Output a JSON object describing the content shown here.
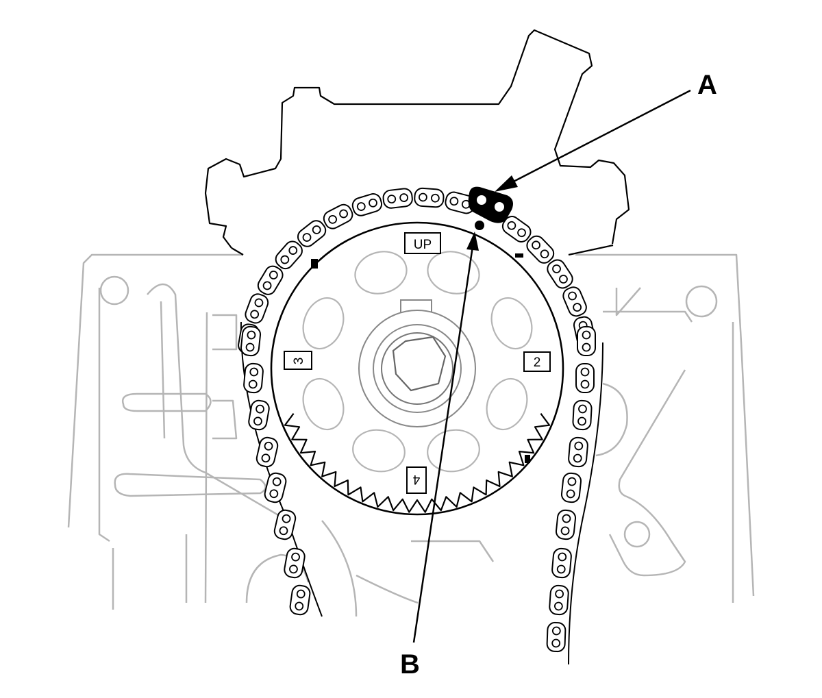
{
  "callouts": {
    "a": "A",
    "b": "B"
  },
  "sprocket_marks": {
    "top": "UP",
    "left": "3",
    "right": "2",
    "bottom": "4"
  },
  "colors": {
    "outline": "#000000",
    "background_outline": "#b5b5b5",
    "background": "#ffffff"
  }
}
